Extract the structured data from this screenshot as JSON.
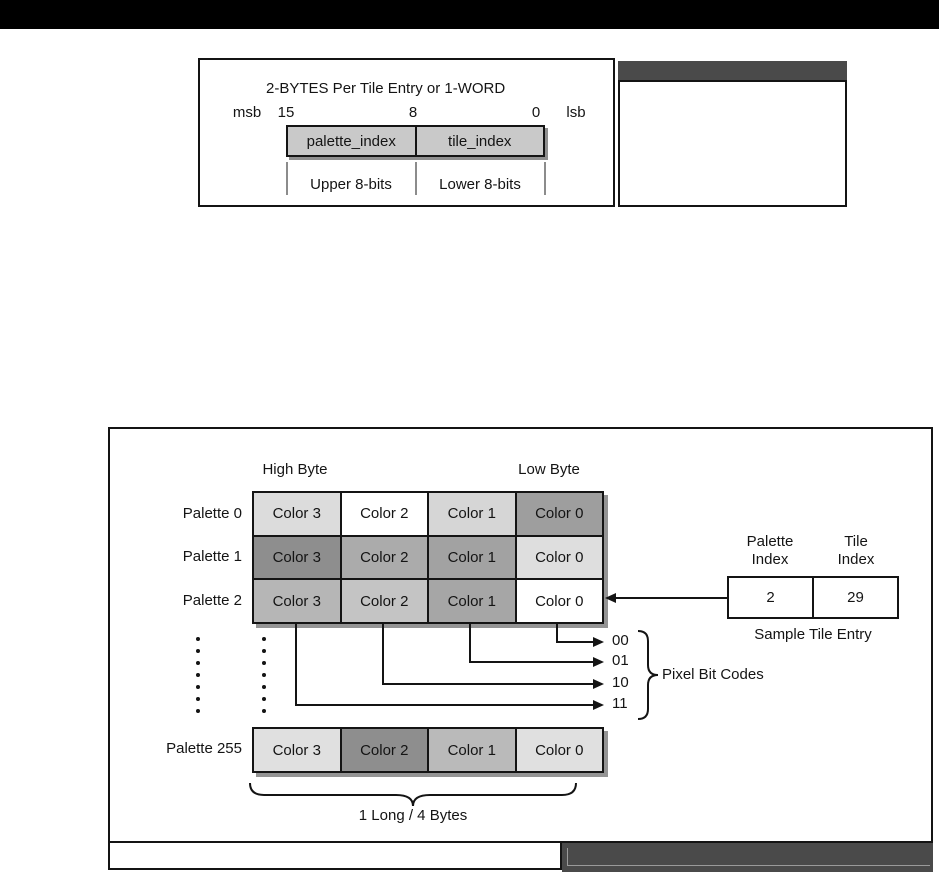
{
  "chrome": {
    "top_bar_color": "#000000",
    "table_header_color": "#4a4a4a",
    "footer_bar_color": "#4a4a4a"
  },
  "word_diagram": {
    "title": "2-BYTES Per Tile Entry or 1-WORD",
    "msb": "msb",
    "bit15": "15",
    "bit8": "8",
    "bit0": "0",
    "lsb": "lsb",
    "high_field": "palette_index",
    "low_field": "tile_index",
    "high_caption": "Upper 8-bits",
    "low_caption": "Lower 8-bits",
    "field_fill": "#c9c9c9"
  },
  "palette_diagram": {
    "high_byte": "High Byte",
    "low_byte": "Low Byte",
    "rows": [
      {
        "label": "Palette 0",
        "cells": [
          {
            "text": "Color 3",
            "bg": "#dcdcdc"
          },
          {
            "text": "Color 2",
            "bg": "#ffffff"
          },
          {
            "text": "Color 1",
            "bg": "#d6d6d6"
          },
          {
            "text": "Color 0",
            "bg": "#9e9e9e"
          }
        ]
      },
      {
        "label": "Palette 1",
        "cells": [
          {
            "text": "Color 3",
            "bg": "#8e8e8e"
          },
          {
            "text": "Color 2",
            "bg": "#ababab"
          },
          {
            "text": "Color 1",
            "bg": "#a2a2a2"
          },
          {
            "text": "Color 0",
            "bg": "#dedede"
          }
        ]
      },
      {
        "label": "Palette 2",
        "cells": [
          {
            "text": "Color 3",
            "bg": "#b6b6b6"
          },
          {
            "text": "Color 2",
            "bg": "#c4c4c4"
          },
          {
            "text": "Color 1",
            "bg": "#a6a6a6"
          },
          {
            "text": "Color 0",
            "bg": "#ffffff"
          }
        ]
      }
    ],
    "last_row": {
      "label": "Palette 255",
      "cells": [
        {
          "text": "Color 3",
          "bg": "#e0e0e0"
        },
        {
          "text": "Color 2",
          "bg": "#8e8e8e"
        },
        {
          "text": "Color 1",
          "bg": "#bababa"
        },
        {
          "text": "Color 0",
          "bg": "#e0e0e0"
        }
      ]
    },
    "bit_codes": [
      "00",
      "01",
      "10",
      "11"
    ],
    "bit_codes_caption": "Pixel Bit Codes",
    "long_caption": "1 Long / 4 Bytes",
    "sample_entry": {
      "palette_header_line1": "Palette",
      "palette_header_line2": "Index",
      "tile_header_line1": "Tile",
      "tile_header_line2": "Index",
      "palette_value": "2",
      "tile_value": "29",
      "caption": "Sample Tile Entry"
    }
  }
}
